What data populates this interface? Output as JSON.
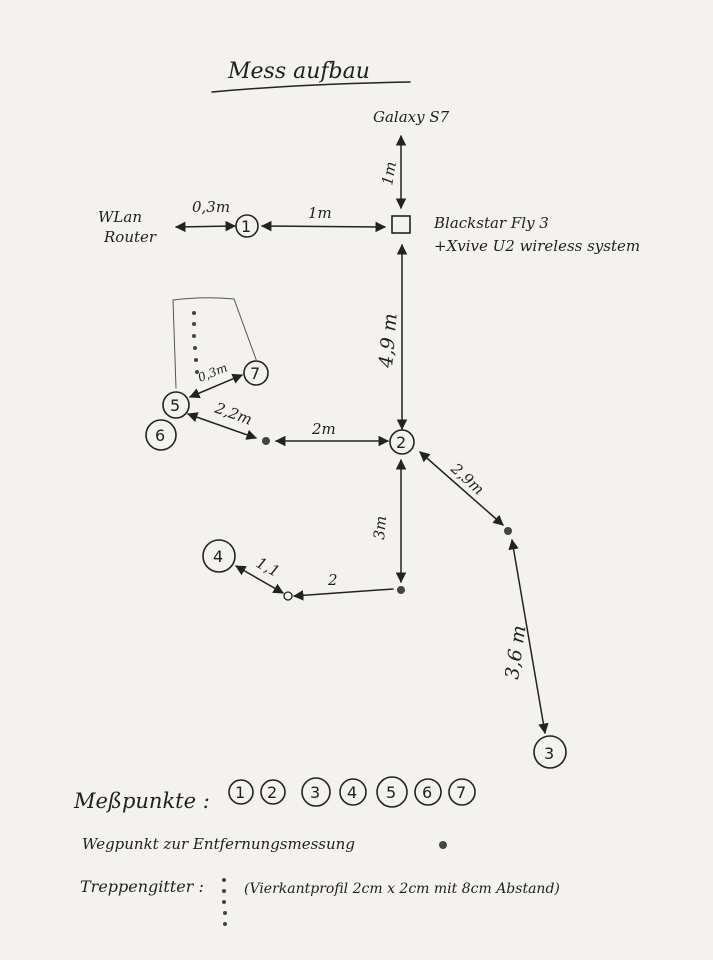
{
  "title": "Mess aufbau",
  "devices": {
    "phone": "Galaxy S7",
    "router_line1": "WLan",
    "router_line2": "Router",
    "amp_line1": "Blackstar Fly 3",
    "amp_line2": "+Xvive U2 wireless system"
  },
  "points": [
    "1",
    "2",
    "3",
    "4",
    "5",
    "6",
    "7"
  ],
  "distances": {
    "phone_amp": "1m",
    "router_p1": "0,3m",
    "p1_amp": "1m",
    "amp_p2": "4,9 m",
    "p2_way1": "2m",
    "way1_p5": "2,2m",
    "p5_p7": "0,3m",
    "p2_way3": "2,9m",
    "way3_p3": "3,6 m",
    "p2_way2": "3m",
    "way2_way4": "2",
    "way4_p4": "1,1"
  },
  "legend": {
    "points_label": "Meßpunkte :",
    "waypoint_label": "Wegpunkt zur Entfernungsmessung",
    "stair_label": "Treppengitter :",
    "stair_desc": "(Vierkantprofil 2cm x 2cm mit 8cm Abstand)"
  }
}
